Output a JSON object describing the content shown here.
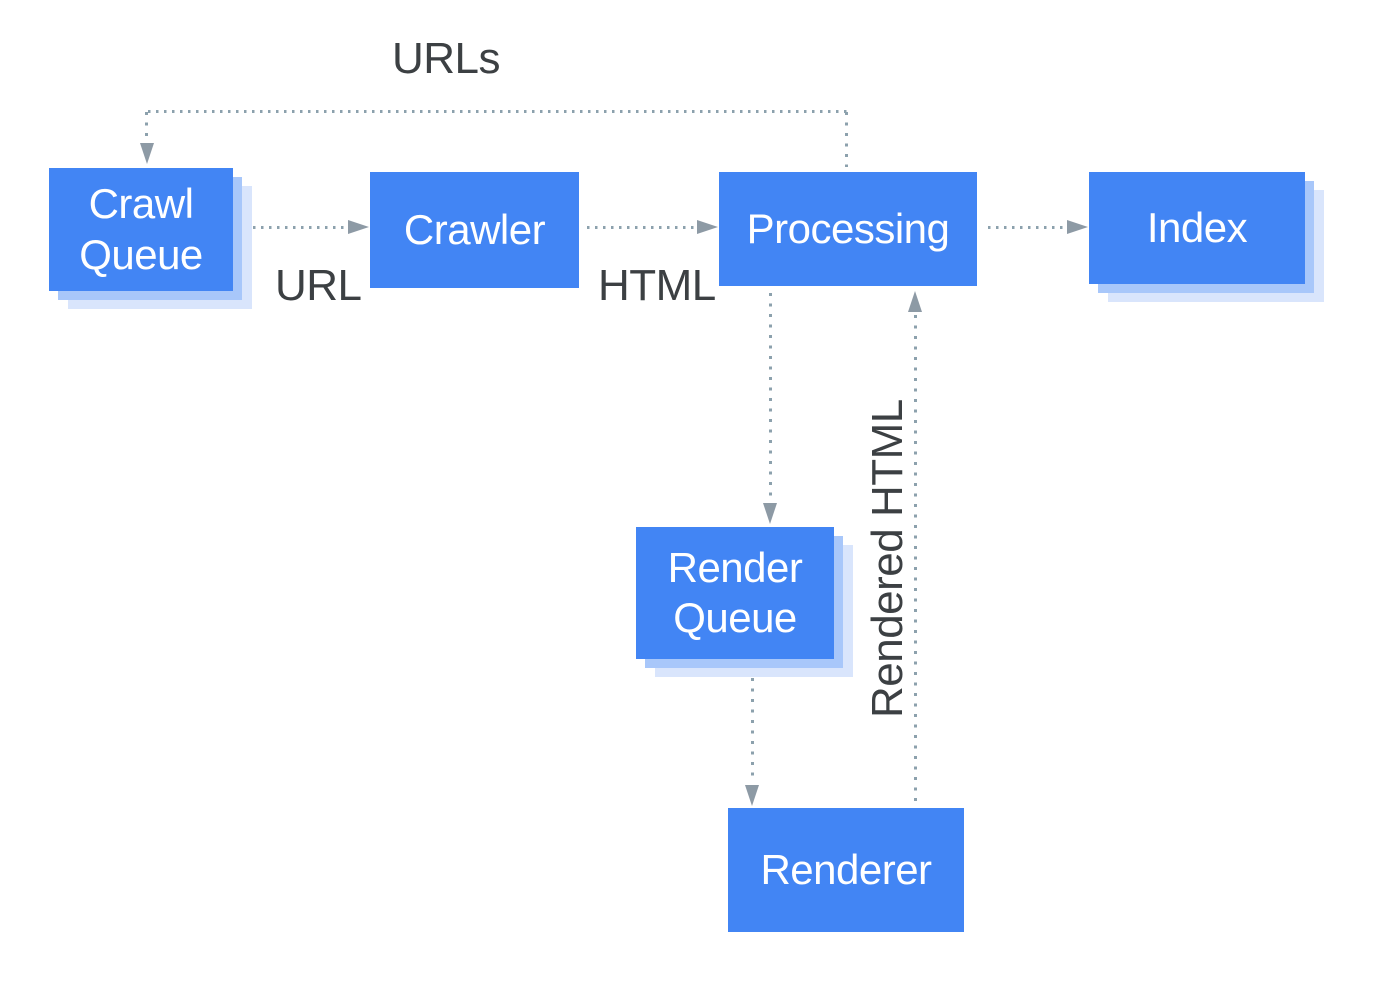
{
  "nodes": {
    "crawl_queue": {
      "label": "Crawl Queue"
    },
    "crawler": {
      "label": "Crawler"
    },
    "processing": {
      "label": "Processing"
    },
    "index": {
      "label": "Index"
    },
    "render_queue": {
      "label": "Render Queue"
    },
    "renderer": {
      "label": "Renderer"
    }
  },
  "edge_labels": {
    "urls": "URLs",
    "url": "URL",
    "html": "HTML",
    "rendered_html": "Rendered HTML"
  },
  "edges": [
    {
      "from": "processing",
      "to": "crawl_queue",
      "label": "URLs"
    },
    {
      "from": "crawl_queue",
      "to": "crawler",
      "label": "URL"
    },
    {
      "from": "crawler",
      "to": "processing",
      "label": "HTML"
    },
    {
      "from": "processing",
      "to": "index",
      "label": ""
    },
    {
      "from": "processing",
      "to": "render_queue",
      "label": ""
    },
    {
      "from": "render_queue",
      "to": "renderer",
      "label": ""
    },
    {
      "from": "renderer",
      "to": "processing",
      "label": "Rendered HTML"
    }
  ],
  "colors": {
    "node_fill": "#4285f4",
    "node_text": "#ffffff",
    "stack_shadow_inner": "#a8c7fa",
    "stack_shadow_outer": "#d9e5fc",
    "dotted_line": "#8ca1ad",
    "arrowhead": "#8d9aa5",
    "label_text": "#3c4043",
    "background": "#ffffff"
  }
}
